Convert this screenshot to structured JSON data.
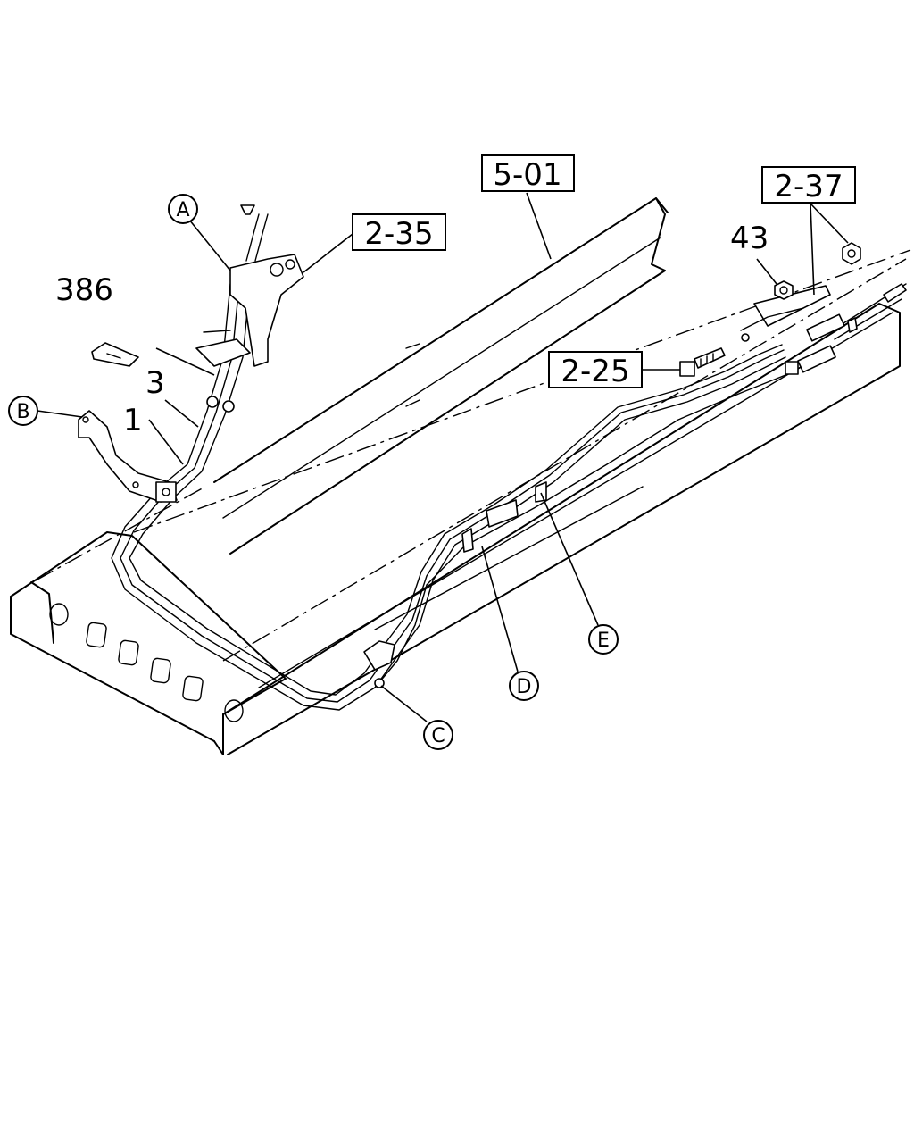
{
  "labels": {
    "ref_5_01": "5-01",
    "ref_2_35": "2-35",
    "ref_2_37": "2-37",
    "ref_2_25": "2-25",
    "part_386": "386",
    "part_43": "43",
    "part_3": "3",
    "part_1": "1",
    "callout_a": "A",
    "callout_b": "B",
    "callout_c": "C",
    "callout_d": "D",
    "callout_e": "E"
  },
  "style": {
    "stroke": "#000000",
    "background": "#ffffff"
  }
}
